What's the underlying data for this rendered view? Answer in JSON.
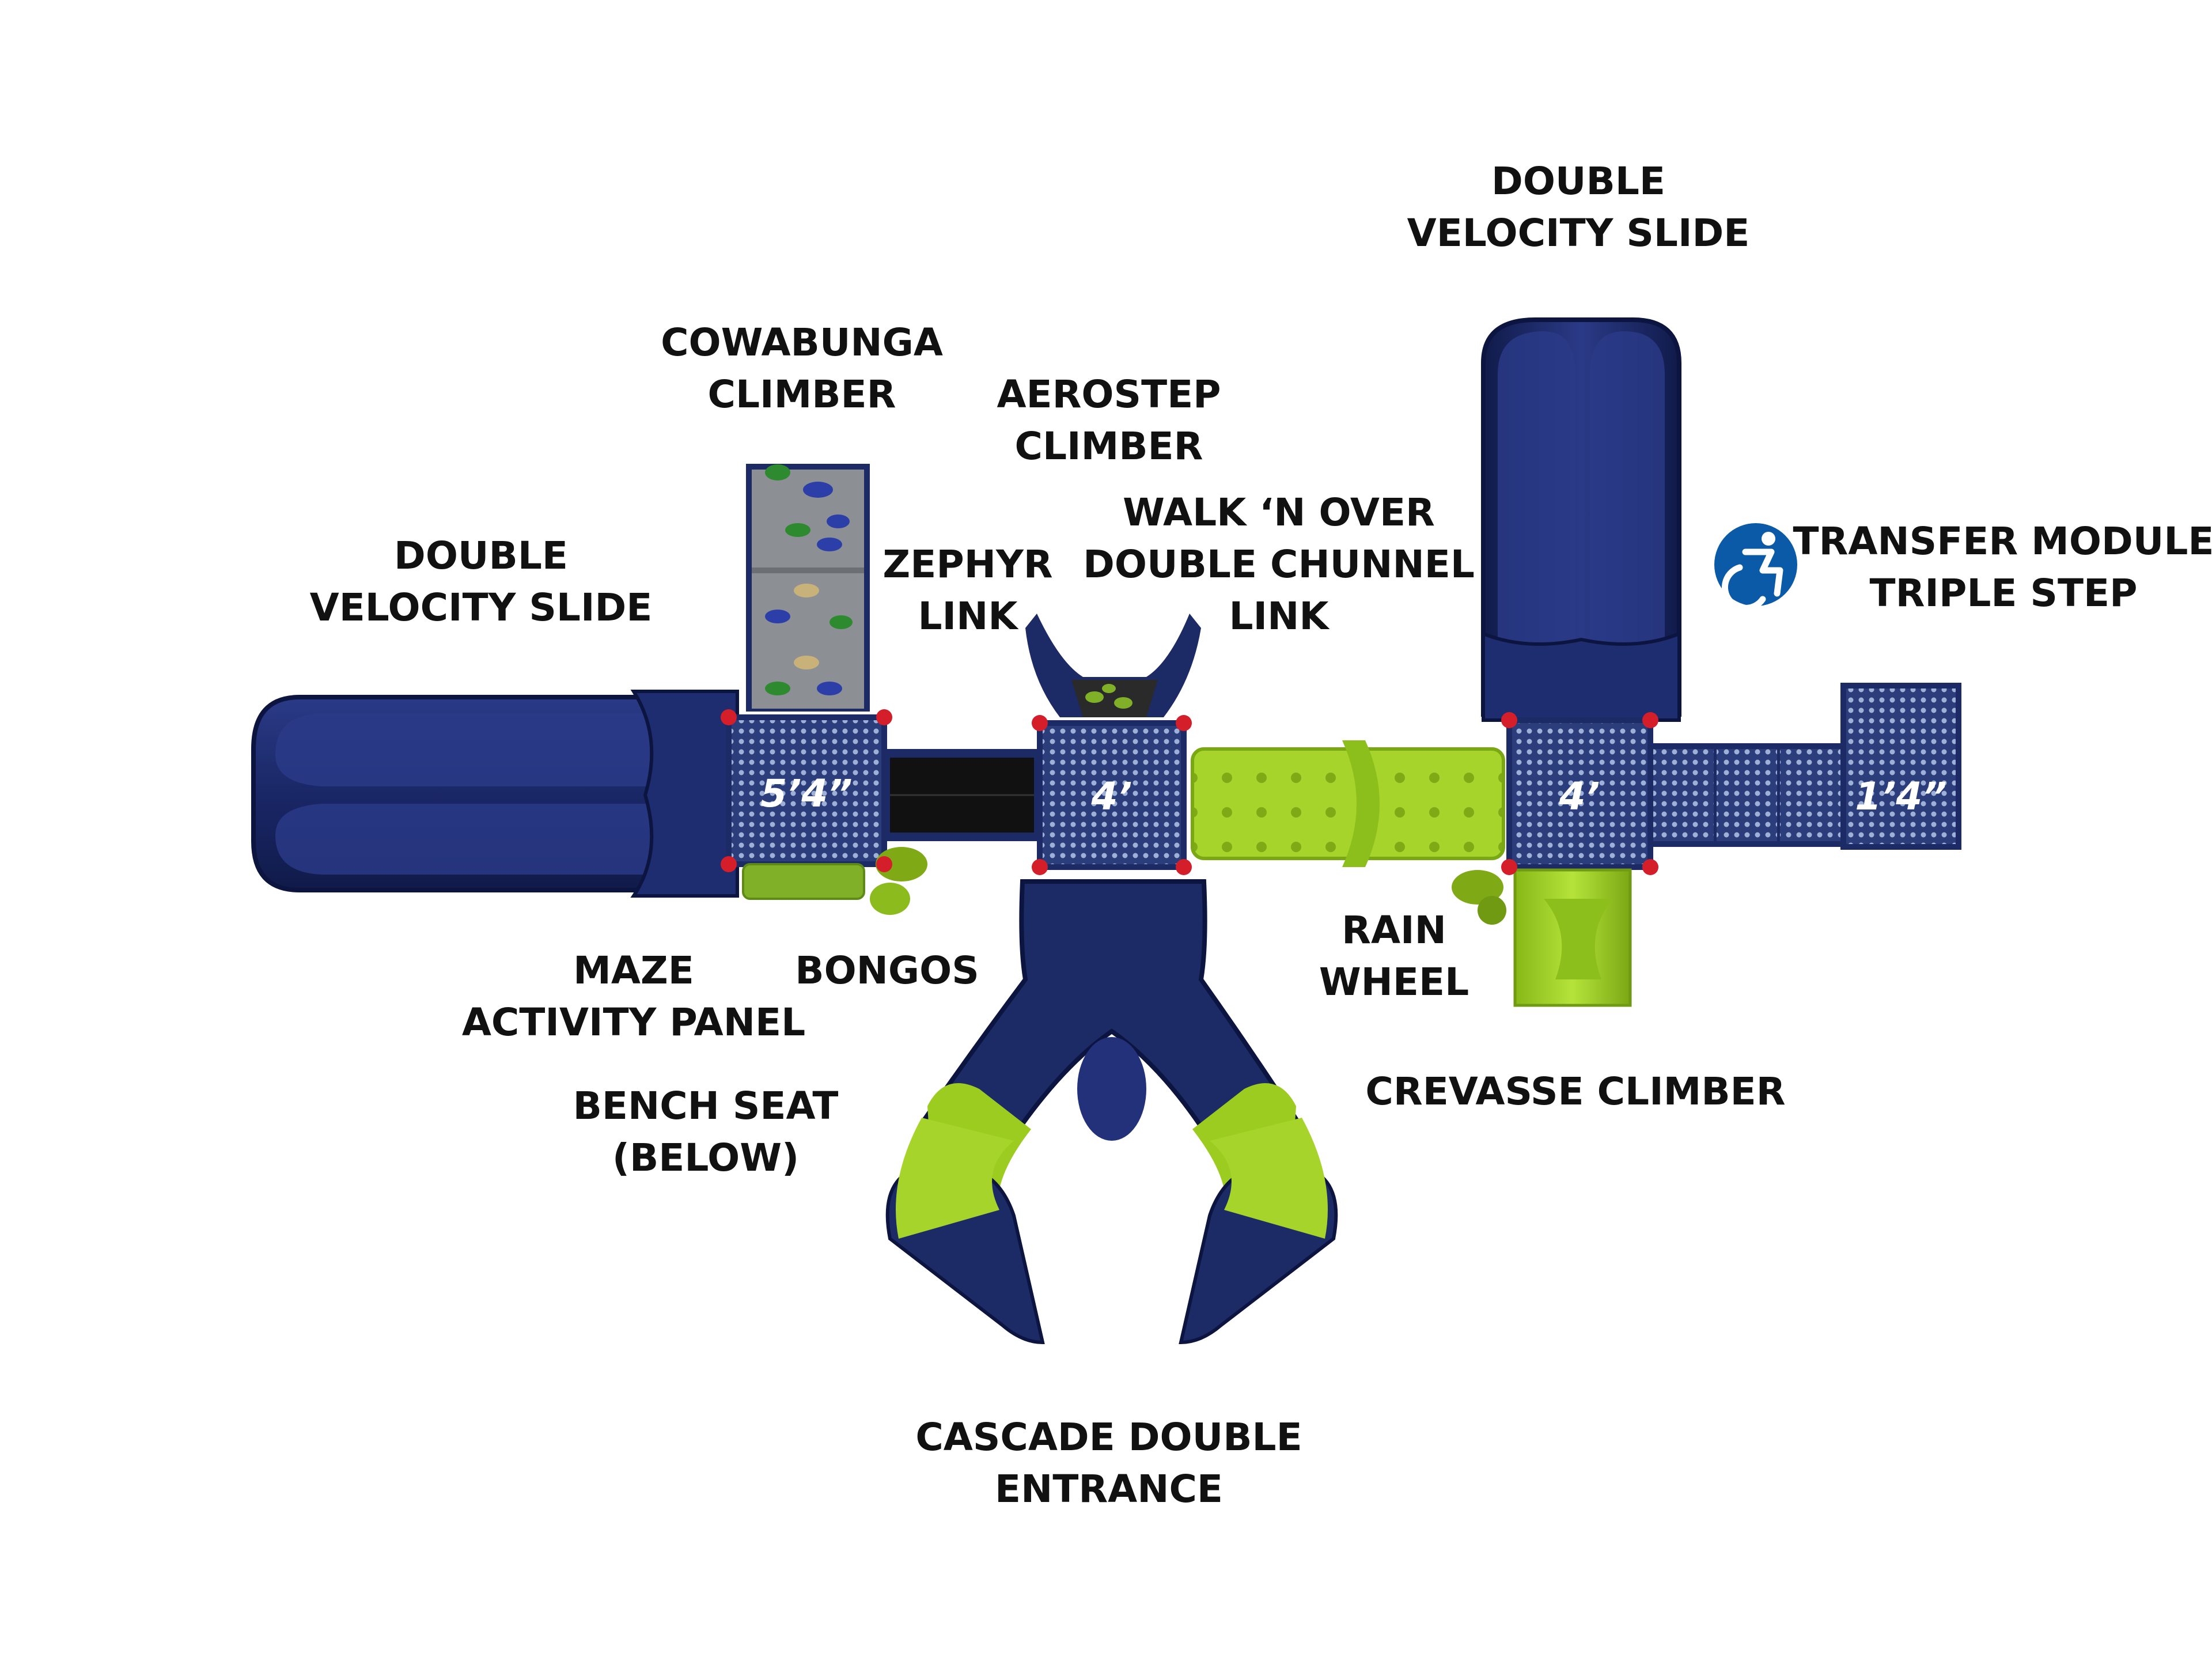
{
  "labels": {
    "double_velocity_slide_top": [
      "DOUBLE",
      "VELOCITY SLIDE"
    ],
    "cowabunga_climber": [
      "COWABUNGA",
      "CLIMBER"
    ],
    "aerostep_climber": [
      "AEROSTEP",
      "CLIMBER"
    ],
    "double_velocity_slide_left": [
      "DOUBLE",
      "VELOCITY SLIDE"
    ],
    "zephyr_link": [
      "ZEPHYR",
      "LINK"
    ],
    "walk_n_over": [
      "WALK ‘N OVER",
      "DOUBLE CHUNNEL",
      "LINK"
    ],
    "transfer_module": [
      "TRANSFER MODULE",
      "TRIPLE STEP"
    ],
    "rain_wheel": [
      "RAIN",
      "WHEEL"
    ],
    "maze_activity_panel": [
      "MAZE",
      "ACTIVITY PANEL"
    ],
    "bongos": [
      "BONGOS"
    ],
    "bench_seat": [
      "BENCH SEAT",
      "(BELOW)"
    ],
    "crevasse_climber": [
      "CREVASSE CLIMBER"
    ],
    "cascade_double_entrance": [
      "CASCADE DOUBLE",
      "ENTRANCE"
    ]
  },
  "decks": {
    "left": "5’4”",
    "center": "4’",
    "right": "4’",
    "transfer": "1’4”"
  },
  "icons": {
    "accessibility": "wheelchair-accessibility-icon"
  },
  "colors": {
    "navy": "#1c2a66",
    "navy_dark": "#111b4a",
    "lime": "#9bcc1f",
    "lime_dark": "#6f9a12",
    "deck_gray": "#6f7ea8",
    "clamp_red": "#d41e2a",
    "accessibility_blue": "#0a5aa8"
  }
}
